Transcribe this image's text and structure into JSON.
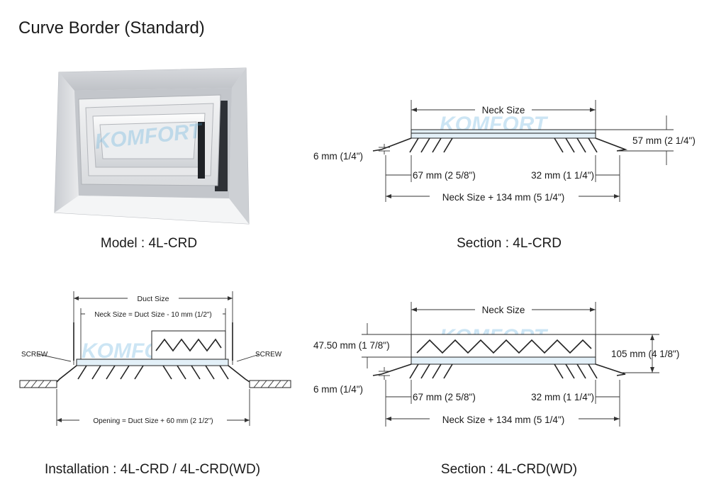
{
  "page_title": "Curve Border (Standard)",
  "captions": {
    "model": "Model : 4L-CRD",
    "section_1": "Section : 4L-CRD",
    "installation": "Installation : 4L-CRD / 4L-CRD(WD)",
    "section_2": "Section : 4L-CRD(WD)"
  },
  "watermark": {
    "text": "KOMFORT",
    "color": "#4ba6d8"
  },
  "section_1": {
    "neck_size": "Neck Size",
    "height": "57 mm (2 1/4\")",
    "border": "6 mm (1/4\")",
    "left_margin": "67 mm (2 5/8\")",
    "right_margin": "32 mm (1 1/4\")",
    "overall": "Neck Size + 134 mm (5 1/4\")"
  },
  "installation": {
    "duct_size": "Duct Size",
    "neck_size": "Neck Size = Duct Size - 10 mm (1/2\")",
    "screw_left": "SCREW",
    "screw_right": "SCREW",
    "opening": "Opening = Duct Size + 60 mm (2 1/2\")"
  },
  "section_2": {
    "neck_size": "Neck Size",
    "damper_height": "47.50 mm (1 7/8\")",
    "total_height": "105 mm (4 1/8\")",
    "border": "6 mm (1/4\")",
    "left_margin": "67 mm (2 5/8\")",
    "right_margin": "32 mm (1 1/4\")",
    "overall": "Neck Size + 134 mm (5 1/4\")"
  }
}
